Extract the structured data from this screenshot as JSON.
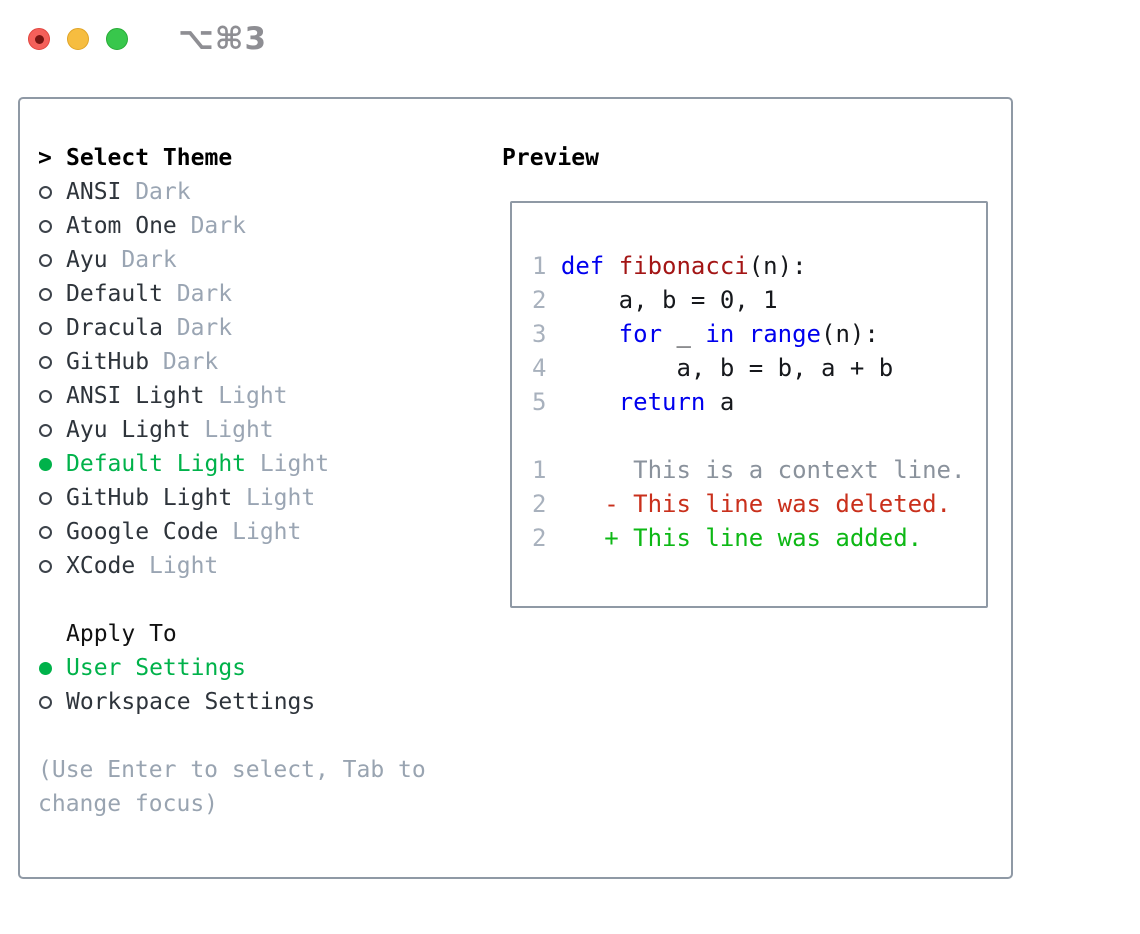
{
  "window": {
    "shortcut": "⌥⌘3",
    "traffic_lights": [
      {
        "name": "close",
        "color": "#f4605a"
      },
      {
        "name": "minimize",
        "color": "#f6bd40"
      },
      {
        "name": "zoom",
        "color": "#38c74c"
      }
    ]
  },
  "theme_panel": {
    "cursor": ">",
    "title": "Select Theme",
    "items": [
      {
        "name": "ANSI",
        "tag": "Dark",
        "selected": false
      },
      {
        "name": "Atom One",
        "tag": "Dark",
        "selected": false
      },
      {
        "name": "Ayu",
        "tag": "Dark",
        "selected": false
      },
      {
        "name": "Default",
        "tag": "Dark",
        "selected": false
      },
      {
        "name": "Dracula",
        "tag": "Dark",
        "selected": false
      },
      {
        "name": "GitHub",
        "tag": "Dark",
        "selected": false
      },
      {
        "name": "ANSI Light",
        "tag": "Light",
        "selected": false
      },
      {
        "name": "Ayu Light",
        "tag": "Light",
        "selected": false
      },
      {
        "name": "Default Light",
        "tag": "Light",
        "selected": true
      },
      {
        "name": "GitHub Light",
        "tag": "Light",
        "selected": false
      },
      {
        "name": "Google Code",
        "tag": "Light",
        "selected": false
      },
      {
        "name": "XCode",
        "tag": "Light",
        "selected": false
      }
    ],
    "apply_to": {
      "title": "Apply To",
      "options": [
        {
          "label": "User Settings",
          "selected": true
        },
        {
          "label": "Workspace Settings",
          "selected": false
        }
      ]
    },
    "hint": "(Use Enter to select, Tab to change focus)"
  },
  "preview": {
    "title": "Preview",
    "lines": [
      {
        "num": "1",
        "segs": [
          [
            "def",
            "kw"
          ],
          [
            " ",
            "pl"
          ],
          [
            "fibonacci",
            "fn"
          ],
          [
            "(n):",
            "pl"
          ]
        ]
      },
      {
        "num": "2",
        "segs": [
          [
            "    a, b = 0, 1",
            "pl"
          ]
        ]
      },
      {
        "num": "3",
        "segs": [
          [
            "    ",
            "pl"
          ],
          [
            "for",
            "kw"
          ],
          [
            " _ ",
            "pl"
          ],
          [
            "in",
            "kw"
          ],
          [
            " ",
            "pl"
          ],
          [
            "range",
            "kw"
          ],
          [
            "(n):",
            "pl"
          ]
        ]
      },
      {
        "num": "4",
        "segs": [
          [
            "        a, b = b, a + b",
            "pl"
          ]
        ]
      },
      {
        "num": "5",
        "segs": [
          [
            "    ",
            "pl"
          ],
          [
            "return",
            "kw"
          ],
          [
            " a",
            "pl"
          ]
        ]
      },
      {
        "num": "",
        "segs": []
      },
      {
        "num": "1",
        "segs": [
          [
            "     This is a context line.",
            "ctx"
          ]
        ]
      },
      {
        "num": "2",
        "segs": [
          [
            "   - This line was deleted.",
            "del"
          ]
        ]
      },
      {
        "num": "2",
        "segs": [
          [
            "   + This line was added.",
            "add"
          ]
        ]
      }
    ]
  },
  "colors": {
    "selection_green": "#00b24a",
    "added_green": "#0db815",
    "deleted_red": "#c9301c",
    "keyword_blue": "#0000ee",
    "function_red": "#a31515",
    "muted_gray": "#9aa5b3",
    "border_gray": "#8f99a5",
    "line_number_gray": "#a8b1bd"
  }
}
